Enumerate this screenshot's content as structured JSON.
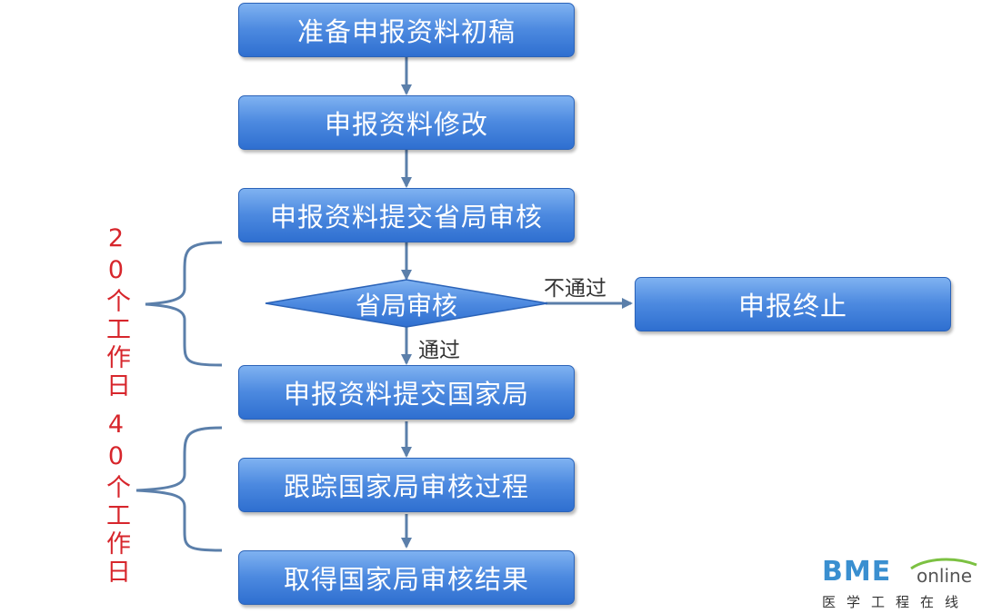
{
  "flowchart": {
    "steps": [
      "准备申报资料初稿",
      "申报资料修改",
      "申报资料提交省局审核",
      "申报资料提交国家局",
      "跟踪国家局审核过程",
      "取得国家局审核结果"
    ],
    "decision": "省局审核",
    "end_step": "申报终止",
    "edge_labels": {
      "fail": "不通过",
      "pass": "通过"
    },
    "side_notes": [
      "20个工作日",
      "40个工作日"
    ],
    "colors": {
      "box_top": "#7fb2f1",
      "box_bottom": "#2f6fd0",
      "connector": "#5b7faa",
      "brace": "#5b7faa",
      "note": "#d7262c"
    }
  },
  "logo": {
    "name": "BME",
    "suffix": "online",
    "subtitle": "医学工程在线"
  }
}
